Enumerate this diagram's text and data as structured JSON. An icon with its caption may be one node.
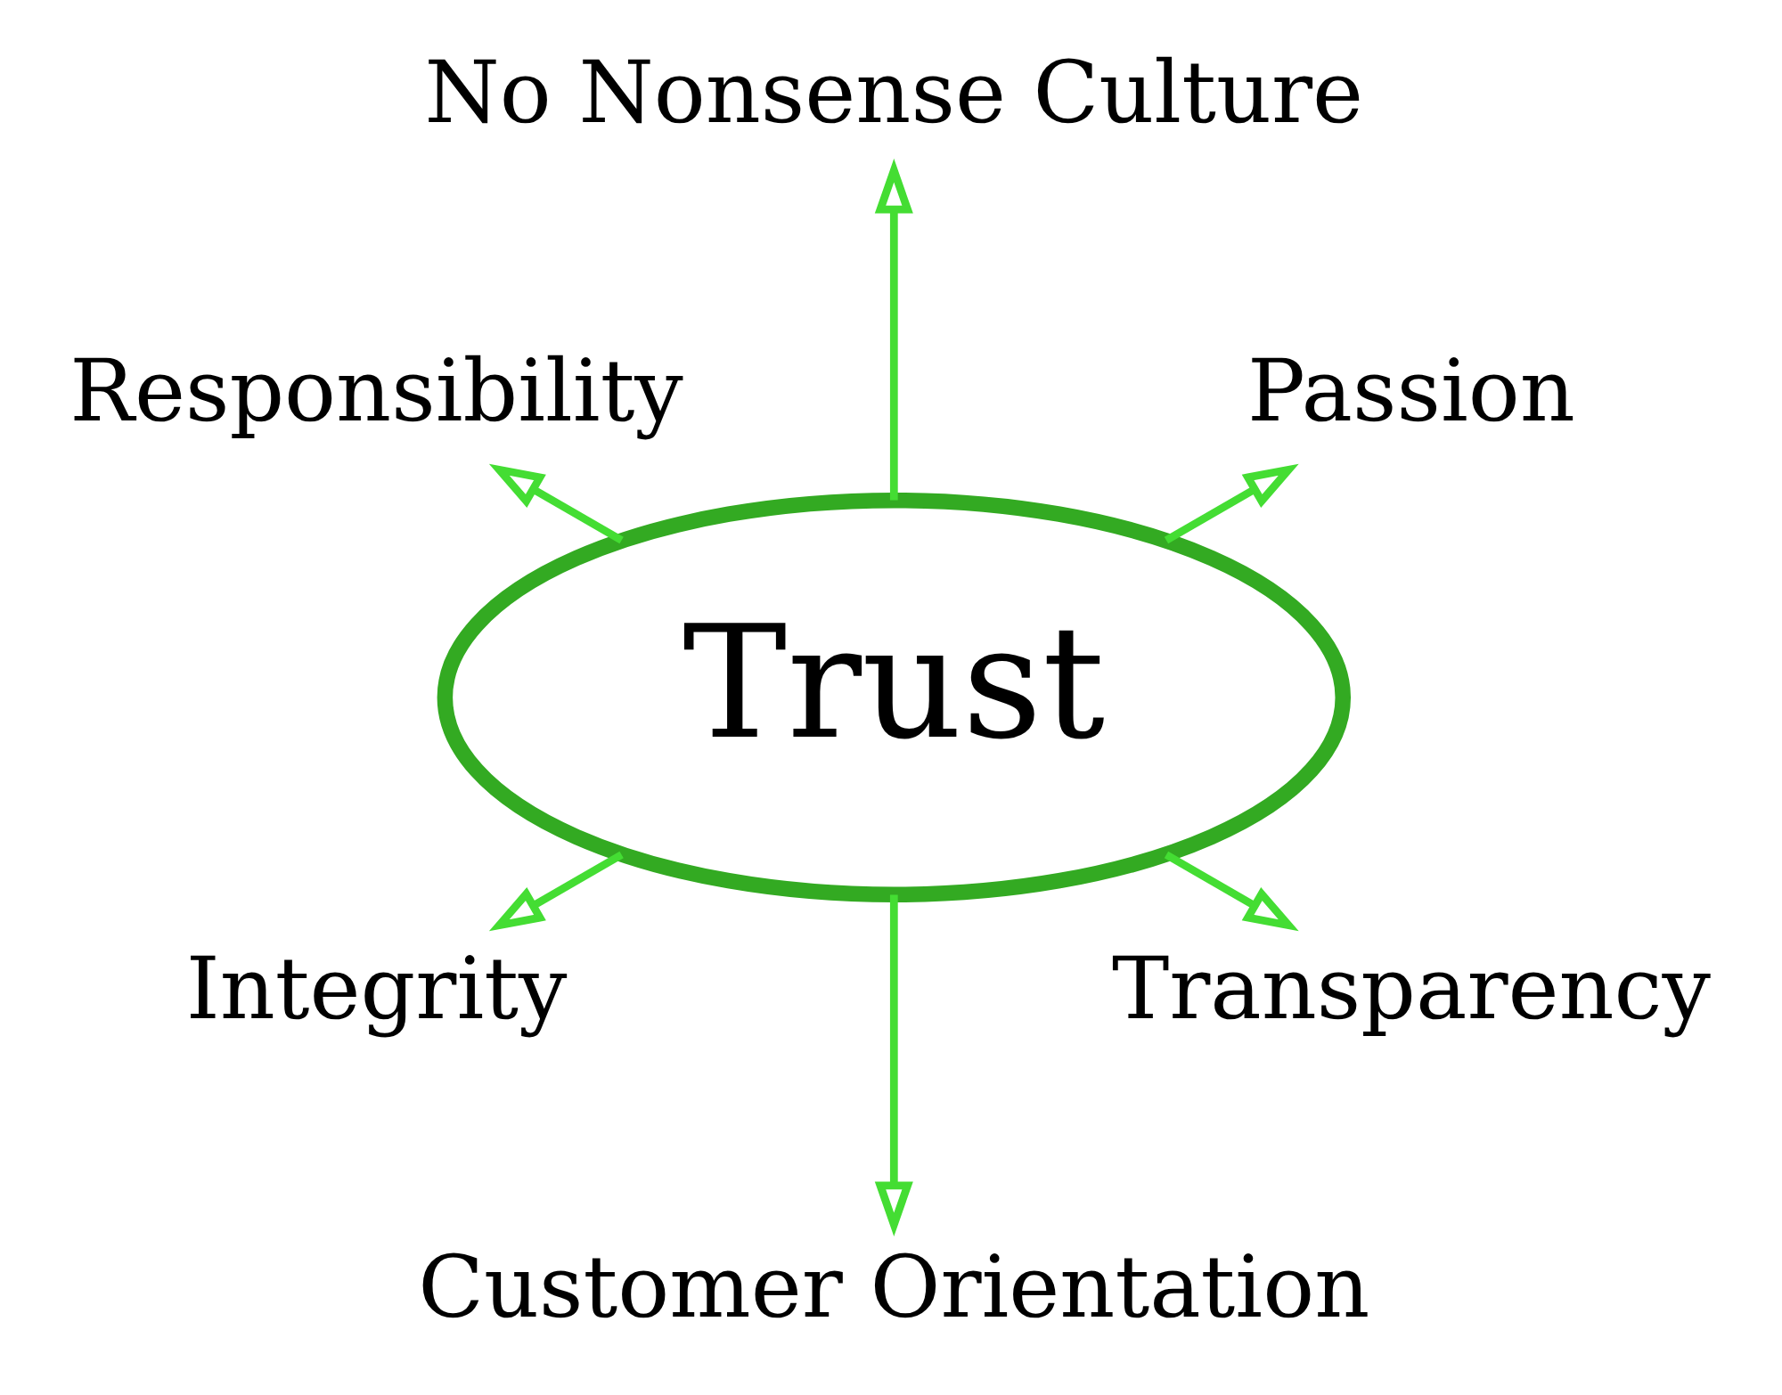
{
  "diagram": {
    "nodes": [
      {
        "text": [
          "Trust"
        ]
      },
      {
        "text": [
          "Passion"
        ]
      },
      {
        "text": [
          "No Nonsense Culture"
        ]
      },
      {
        "text": [
          "Responsibility"
        ]
      },
      {
        "text": [
          "Integrity"
        ]
      },
      {
        "text": [
          "Customer Orientation"
        ]
      },
      {
        "text": [
          "Transparency"
        ]
      }
    ],
    "edges": [
      {
        "from": 0,
        "to": 1,
        "arrow": "to"
      },
      {
        "from": 0,
        "to": 2,
        "arrow": "to"
      },
      {
        "from": 0,
        "to": 3,
        "arrow": "to"
      },
      {
        "from": 0,
        "to": 4,
        "arrow": "to"
      },
      {
        "from": 0,
        "to": 5,
        "arrow": "to"
      },
      {
        "from": 0,
        "to": 6,
        "arrow": "to"
      }
    ]
  }
}
